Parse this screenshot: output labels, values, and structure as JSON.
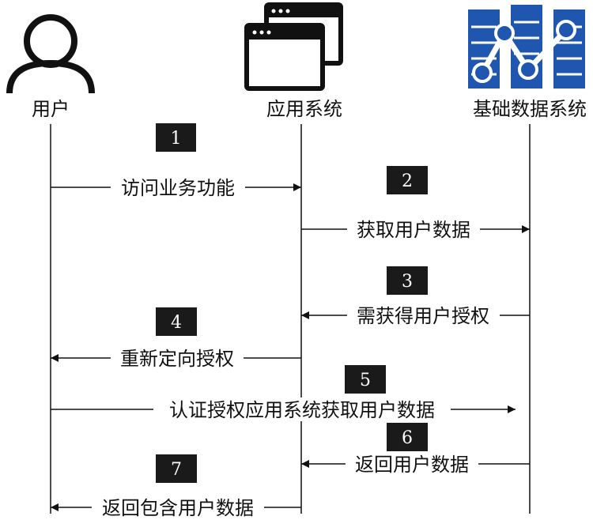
{
  "actors": [
    {
      "id": "user",
      "label": "用户",
      "icon": "user-icon"
    },
    {
      "id": "app",
      "label": "应用系统",
      "icon": "app-windows-icon"
    },
    {
      "id": "base",
      "label": "基础数据系统",
      "icon": "database-server-icon"
    }
  ],
  "steps": [
    {
      "number": "1"
    },
    {
      "number": "2"
    },
    {
      "number": "3"
    },
    {
      "number": "4"
    },
    {
      "number": "5"
    },
    {
      "number": "6"
    },
    {
      "number": "7"
    }
  ],
  "messages": [
    {
      "label": "访问业务功能",
      "from": "user",
      "to": "app"
    },
    {
      "label": "获取用户数据",
      "from": "app",
      "to": "base"
    },
    {
      "label": "需获得用户授权",
      "from": "base",
      "to": "app"
    },
    {
      "label": "重新定向授权",
      "from": "app",
      "to": "user"
    },
    {
      "label": "认证授权应用系统获取用户数据",
      "from": "user",
      "to": "base"
    },
    {
      "label": "返回用户数据",
      "from": "base",
      "to": "app"
    },
    {
      "label": "返回包含用户数据",
      "from": "app",
      "to": "user"
    }
  ],
  "colors": {
    "line": "#111111",
    "badge": "#1a1a1a",
    "db_icon": "#1f56b0"
  }
}
